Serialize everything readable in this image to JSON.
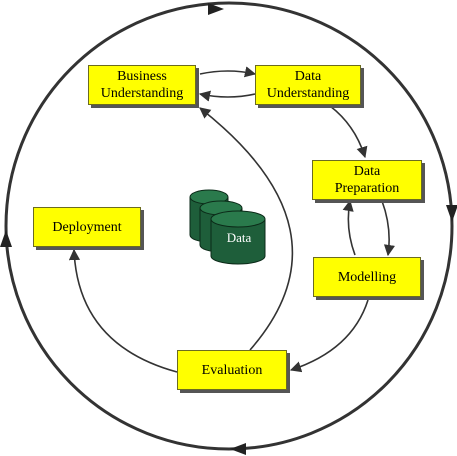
{
  "diagram": {
    "phases": {
      "business_understanding": "Business\nUnderstanding",
      "data_understanding": "Data\nUnderstanding",
      "data_preparation": "Data\nPreparation",
      "modelling": "Modelling",
      "evaluation": "Evaluation",
      "deployment": "Deployment"
    },
    "center_label": "Data"
  },
  "colors": {
    "box_fill": "#ffff00",
    "cylinder_fill": "#1e5e3a",
    "arrow": "#333333"
  }
}
